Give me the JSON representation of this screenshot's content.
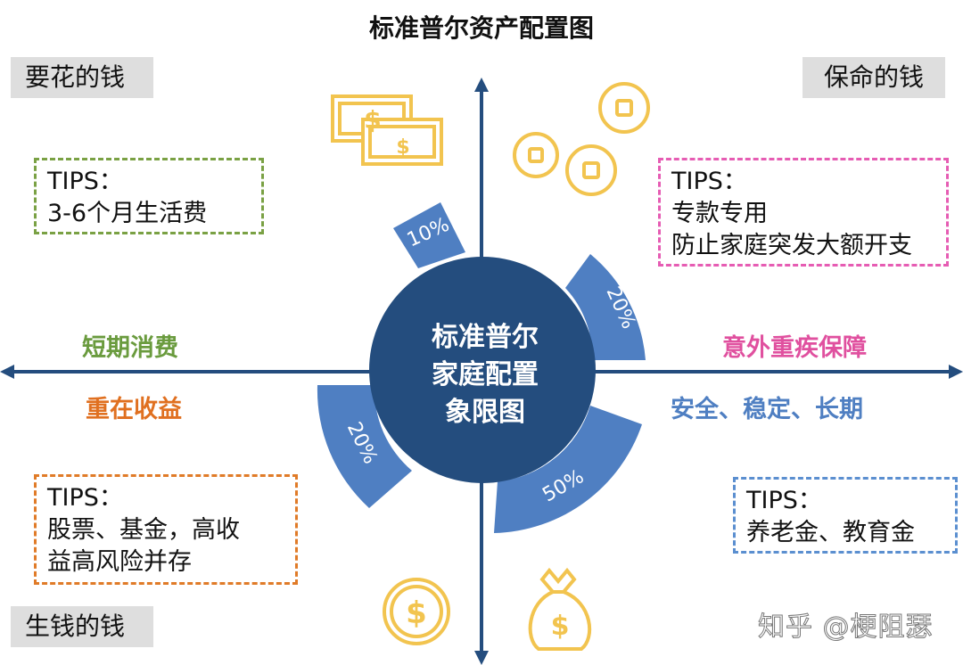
{
  "title": "标准普尔资产配置图",
  "center_label": [
    "标准普尔",
    "家庭配置",
    "象限图"
  ],
  "quadrants": {
    "top_left": {
      "corner": "要花的钱",
      "tips": [
        "TIPS：",
        "3-6个月生活费"
      ],
      "axis_label": "短期消费",
      "axis_color": "#6a9b3e",
      "border_color": "#7aa144",
      "percent": "10%"
    },
    "top_right": {
      "corner": "保命的钱",
      "tips": [
        "TIPS：",
        "专款专用",
        "防止家庭突发大额开支"
      ],
      "axis_label": "意外重疾保障",
      "axis_color": "#e0509f",
      "border_color": "#e65cb3",
      "percent": "20%"
    },
    "bottom_left": {
      "corner": "生钱的钱",
      "tips": [
        "TIPS：",
        "股票、基金，高收",
        "益高风险并存"
      ],
      "axis_label": "重在收益",
      "axis_color": "#e07020",
      "border_color": "#e07b28",
      "percent": "20%"
    },
    "bottom_right": {
      "corner": "",
      "tips": [
        "TIPS：",
        "养老金、教育金"
      ],
      "axis_label": "安全、稳定、长期",
      "axis_color": "#4f7fc2",
      "border_color": "#5b8fd0",
      "percent": "50%"
    }
  },
  "watermark": "知乎 @梗阻瑟",
  "colors": {
    "navy": "#244d7e",
    "band": "#4f7fc2",
    "gold": "#f2c44f"
  },
  "icons": [
    "money-bills-icon",
    "coins-icon",
    "dollar-coin-icon",
    "money-bag-icon"
  ]
}
